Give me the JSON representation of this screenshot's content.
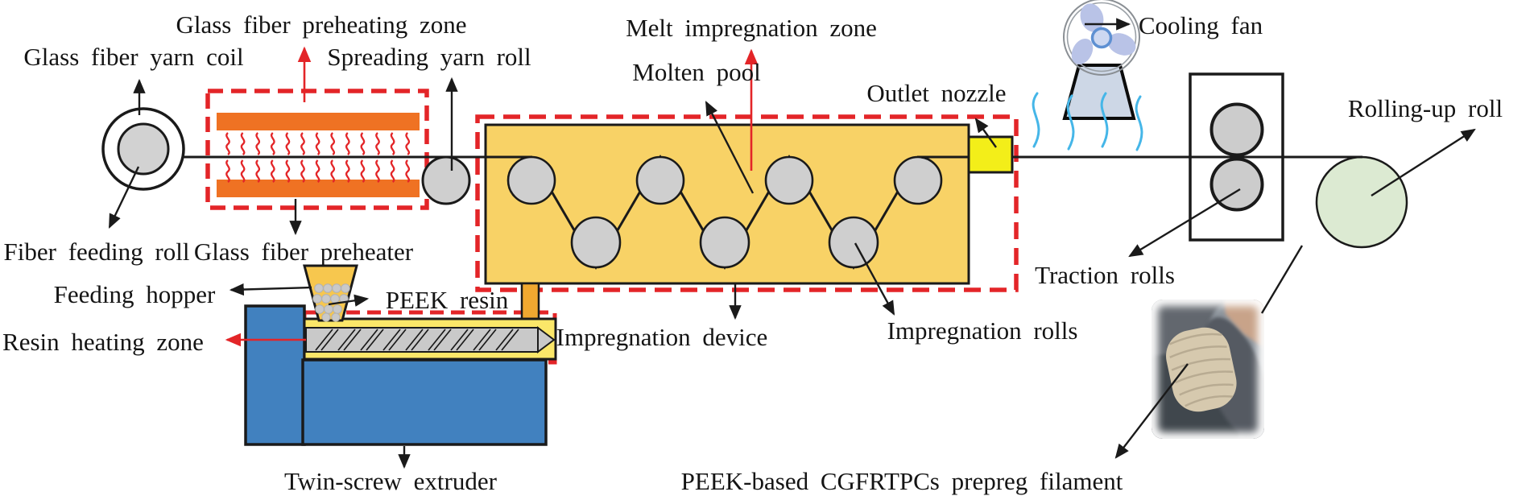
{
  "figure_type": "process-flow diagram",
  "title_context": "Melt impregnation production line for PEEK-based CGFRTPCs prepreg filament",
  "labels": {
    "glass_fiber_yarn_coil": "Glass fiber yarn coil",
    "glass_fiber_preheating_zone": "Glass fiber preheating zone",
    "spreading_yarn_roll": "Spreading yarn roll",
    "melt_impregnation_zone": "Melt impregnation zone",
    "molten_pool": "Molten pool",
    "outlet_nozzle": "Outlet nozzle",
    "cooling_fan": "Cooling fan",
    "rolling_up_roll": "Rolling-up roll",
    "fiber_feeding_roll": "Fiber feeding roll",
    "glass_fiber_preheater": "Glass fiber preheater",
    "feeding_hopper": "Feeding hopper",
    "peek_resin": "PEEK resin",
    "resin_heating_zone": "Resin heating zone",
    "impregnation_device": "Impregnation device",
    "impregnation_rolls": "Impregnation rolls",
    "traction_rolls": "Traction rolls",
    "twin_screw_extruder": "Twin-screw extruder",
    "prepreg_filament": "PEEK-based CGFRTPCs prepreg filament"
  },
  "component_counts": {
    "upper_impregnation_rolls": 4,
    "lower_impregnation_rolls": 3,
    "traction_rolls": 2,
    "heater_bars": 2
  },
  "colors": {
    "accent_red_dashed_zones": "#e32528",
    "heater_bar_orange": "#ef7223",
    "molten_pool_yellow": "#f8d266",
    "outlet_nozzle_yellow": "#f3ee19",
    "connector_orange": "#f0a830",
    "extruder_blue": "#4181bf",
    "barrel_yellow": "#fbe769",
    "hopper_yellow": "#f7c74e",
    "roll_gray": "#cfcfcf",
    "rolling_up_roll_green": "#dcead2",
    "cooling_air_cyan": "#45b6e8",
    "fan_blade_lavender": "#b9c3e7",
    "fan_base_gray": "#cdd7e6",
    "line_black": "#1a1a1a"
  }
}
